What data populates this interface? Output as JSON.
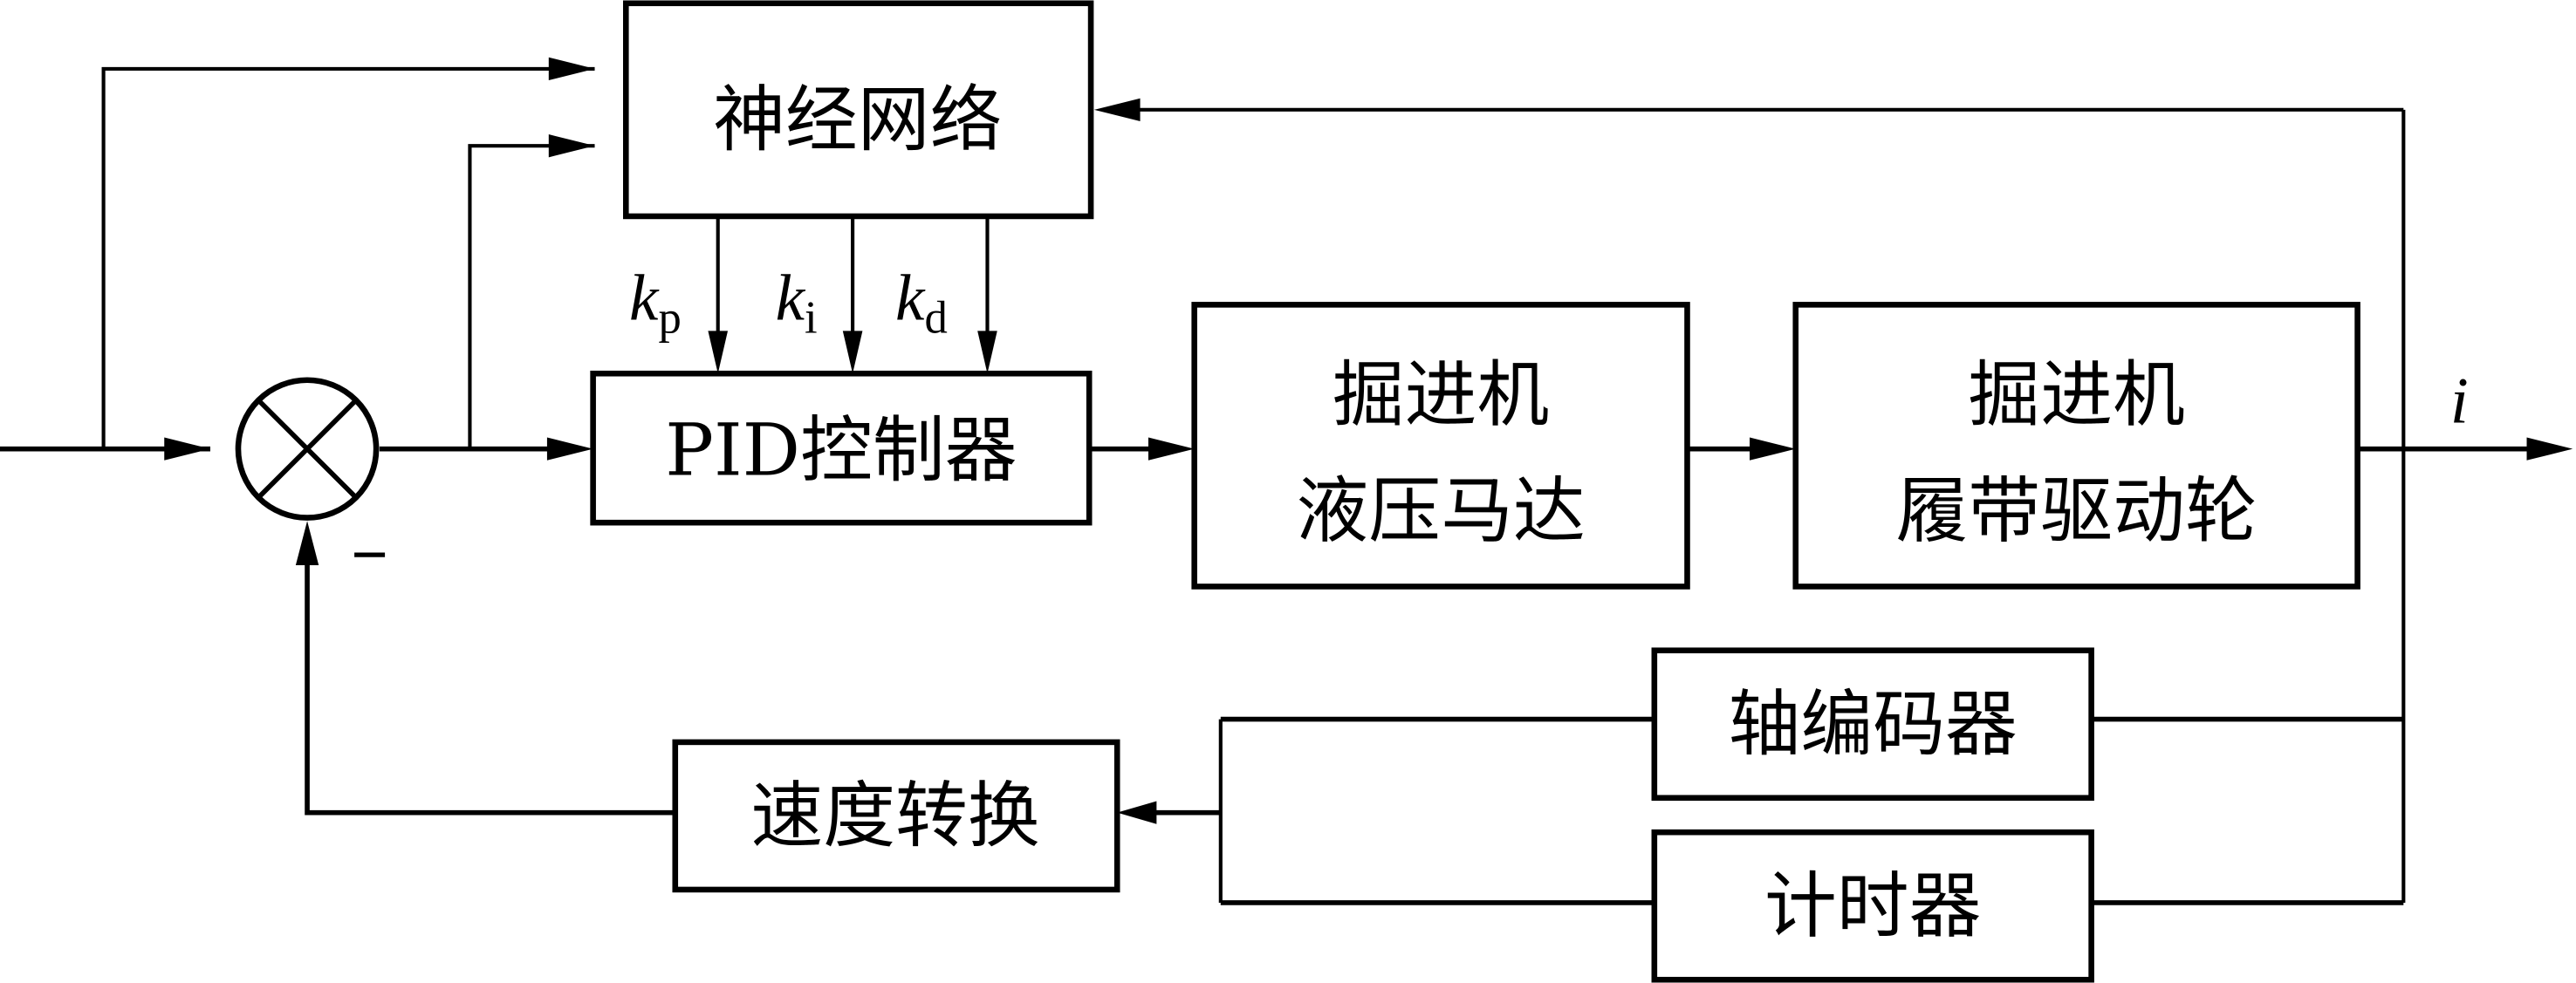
{
  "diagram": {
    "type": "control-block-diagram",
    "blocks": {
      "neural_network": {
        "label": "神经网络"
      },
      "pid": {
        "label": "PID控制器"
      },
      "hydraulic_motor": {
        "line1": "掘进机",
        "line2": "液压马达"
      },
      "track_wheel": {
        "line1": "掘进机",
        "line2": "履带驱动轮"
      },
      "shaft_encoder": {
        "label": "轴编码器"
      },
      "timer": {
        "label": "计时器"
      },
      "speed_conversion": {
        "label": "速度转换"
      }
    },
    "gains": {
      "kp": {
        "base": "k",
        "sub": "p"
      },
      "ki": {
        "base": "k",
        "sub": "i"
      },
      "kd": {
        "base": "k",
        "sub": "d"
      }
    },
    "output_label": "i",
    "summing_junction": {
      "feedback_sign": "−"
    },
    "connections": [
      {
        "from": "input",
        "to": "summing_junction"
      },
      {
        "from": "input",
        "to": "neural_network"
      },
      {
        "from": "summing_junction",
        "to": "pid"
      },
      {
        "from": "summing_junction",
        "to": "neural_network"
      },
      {
        "from": "neural_network",
        "to": "pid",
        "label": "kp"
      },
      {
        "from": "neural_network",
        "to": "pid",
        "label": "ki"
      },
      {
        "from": "neural_network",
        "to": "pid",
        "label": "kd"
      },
      {
        "from": "pid",
        "to": "hydraulic_motor"
      },
      {
        "from": "hydraulic_motor",
        "to": "track_wheel"
      },
      {
        "from": "track_wheel",
        "to": "output",
        "label": "i"
      },
      {
        "from": "output",
        "to": "neural_network"
      },
      {
        "from": "output",
        "to": "shaft_encoder"
      },
      {
        "from": "output",
        "to": "timer"
      },
      {
        "from": "shaft_encoder",
        "to": "speed_conversion"
      },
      {
        "from": "timer",
        "to": "speed_conversion"
      },
      {
        "from": "speed_conversion",
        "to": "summing_junction",
        "sign": "−"
      }
    ]
  }
}
